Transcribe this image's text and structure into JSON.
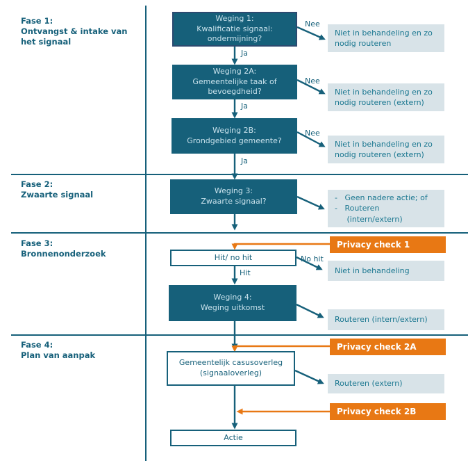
{
  "diagram": {
    "title_hint": "Signaal weging flowchart",
    "colors": {
      "teal": "#16607A",
      "navy_border": "#2C4A70",
      "light_box_bg": "#D8E3E8",
      "light_box_text": "#1A7790",
      "orange": "#E87814",
      "teal_box_text": "#C9E2EC",
      "white": "#FFFFFF"
    },
    "phases": [
      {
        "label": "Fase 1:\nOntvangst & intake van\nhet signaal"
      },
      {
        "label": "Fase 2:\nZwaarte signaal"
      },
      {
        "label": "Fase 3:\nBronnenonderzoek"
      },
      {
        "label": "Fase 4:\nPlan van aanpak"
      }
    ],
    "nodes": {
      "weging1": "Weging 1:\nKwalificatie signaal:\nondermijning?",
      "weging2a": "Weging 2A:\nGemeentelijke taak of\nbevoegdheid?",
      "weging2b": "Weging 2B:\nGrondgebied gemeente?",
      "weging3": "Weging 3:\nZwaarte signaal?",
      "hit_no_hit": "Hit/ no hit",
      "weging4": "Weging 4:\nWeging uitkomst",
      "casusoverleg": "Gemeentelijk casusoverleg\n(signaaloverleg)",
      "actie": "Actie"
    },
    "outcomes": {
      "r1": "Niet in behandeling en zo\nnodig routeren",
      "r2": "Niet in behandeling en zo\nnodig routeren (extern)",
      "r3": "Niet in behandeling en zo\nnodig routeren (extern)",
      "r4": "-   Geen nadere actie; of\n-   Routeren\n     (intern/extern)",
      "r6": "Niet in behandeling",
      "r7": "Routeren (intern/extern)",
      "r9": "Routeren (extern)"
    },
    "privacy_checks": {
      "p1": "Privacy check 1",
      "p2a": "Privacy check 2A",
      "p2b": "Privacy check 2B"
    },
    "connector_labels": {
      "ja1": "Ja",
      "ja2": "Ja",
      "ja3": "Ja",
      "nee1": "Nee",
      "nee2": "Nee",
      "nee3": "Nee",
      "hit": "Hit",
      "no_hit": "No hit"
    }
  }
}
